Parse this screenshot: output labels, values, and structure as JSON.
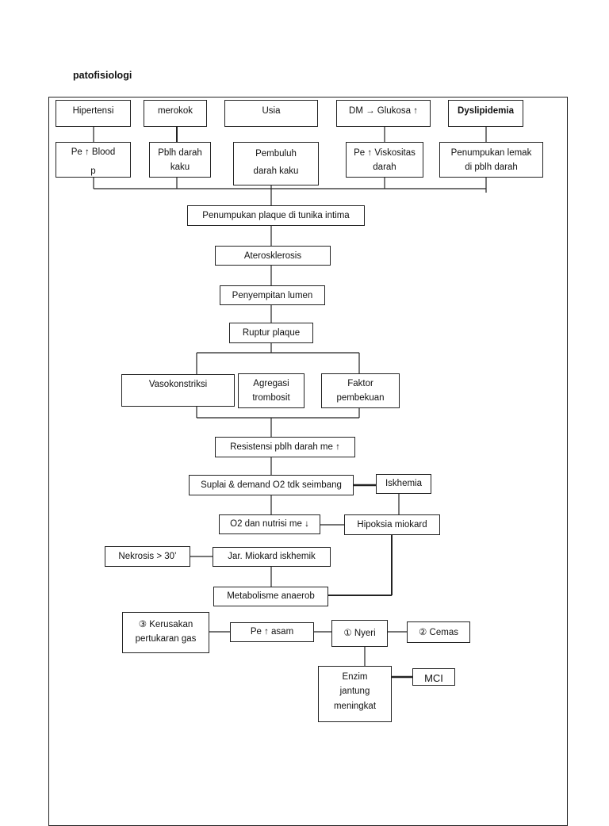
{
  "title": "patofisiologi",
  "nodes": {
    "hipertensi": "Hipertensi",
    "merokok": "merokok",
    "usia": "Usia",
    "dm": "DM → Glukosa ↑",
    "dyslipidemia": "Dyslipidemia",
    "pe_blood": "Pe ↑ Blood",
    "pe_blood_cut": "p",
    "pblh_kaku_1": "Pblh darah",
    "pblh_kaku_2": "kaku",
    "pembuluh_1": "Pembuluh",
    "pembuluh_2": "darah kaku",
    "viskositas_1": "Pe ↑ Viskositas",
    "viskositas_2": "darah",
    "lemak_1": "Penumpukan lemak",
    "lemak_2": "di pblh darah",
    "plaque": "Penumpukan plaque di tunika intima",
    "aterosklerosis": "Aterosklerosis",
    "penyempitan": "Penyempitan lumen",
    "ruptur": "Ruptur plaque",
    "vasokonstriksi": "Vasokonstriksi",
    "agregasi_1": "Agregasi",
    "agregasi_2": "trombosit",
    "faktor_1": "Faktor",
    "faktor_2": "pembekuan",
    "resistensi": "Resistensi pblh darah me ↑",
    "suplai": "Suplai & demand O2 tdk seimbang",
    "iskhemia": "Iskhemia",
    "o2": "O2 dan nutrisi me ↓",
    "hipoksia": "Hipoksia miokard",
    "nekrosis": "Nekrosis > 30’",
    "jar_miokard": "Jar. Miokard iskhemik",
    "metabolisme": "Metabolisme anaerob",
    "kerusakan_1": "③  Kerusakan",
    "kerusakan_2": "pertukaran gas",
    "pe_asam": "Pe ↑ asam",
    "nyeri": "① Nyeri",
    "cemas": "② Cemas",
    "enzim_1": "Enzim",
    "enzim_2": "jantung",
    "enzim_3": "meningkat",
    "mci": "MCI"
  }
}
